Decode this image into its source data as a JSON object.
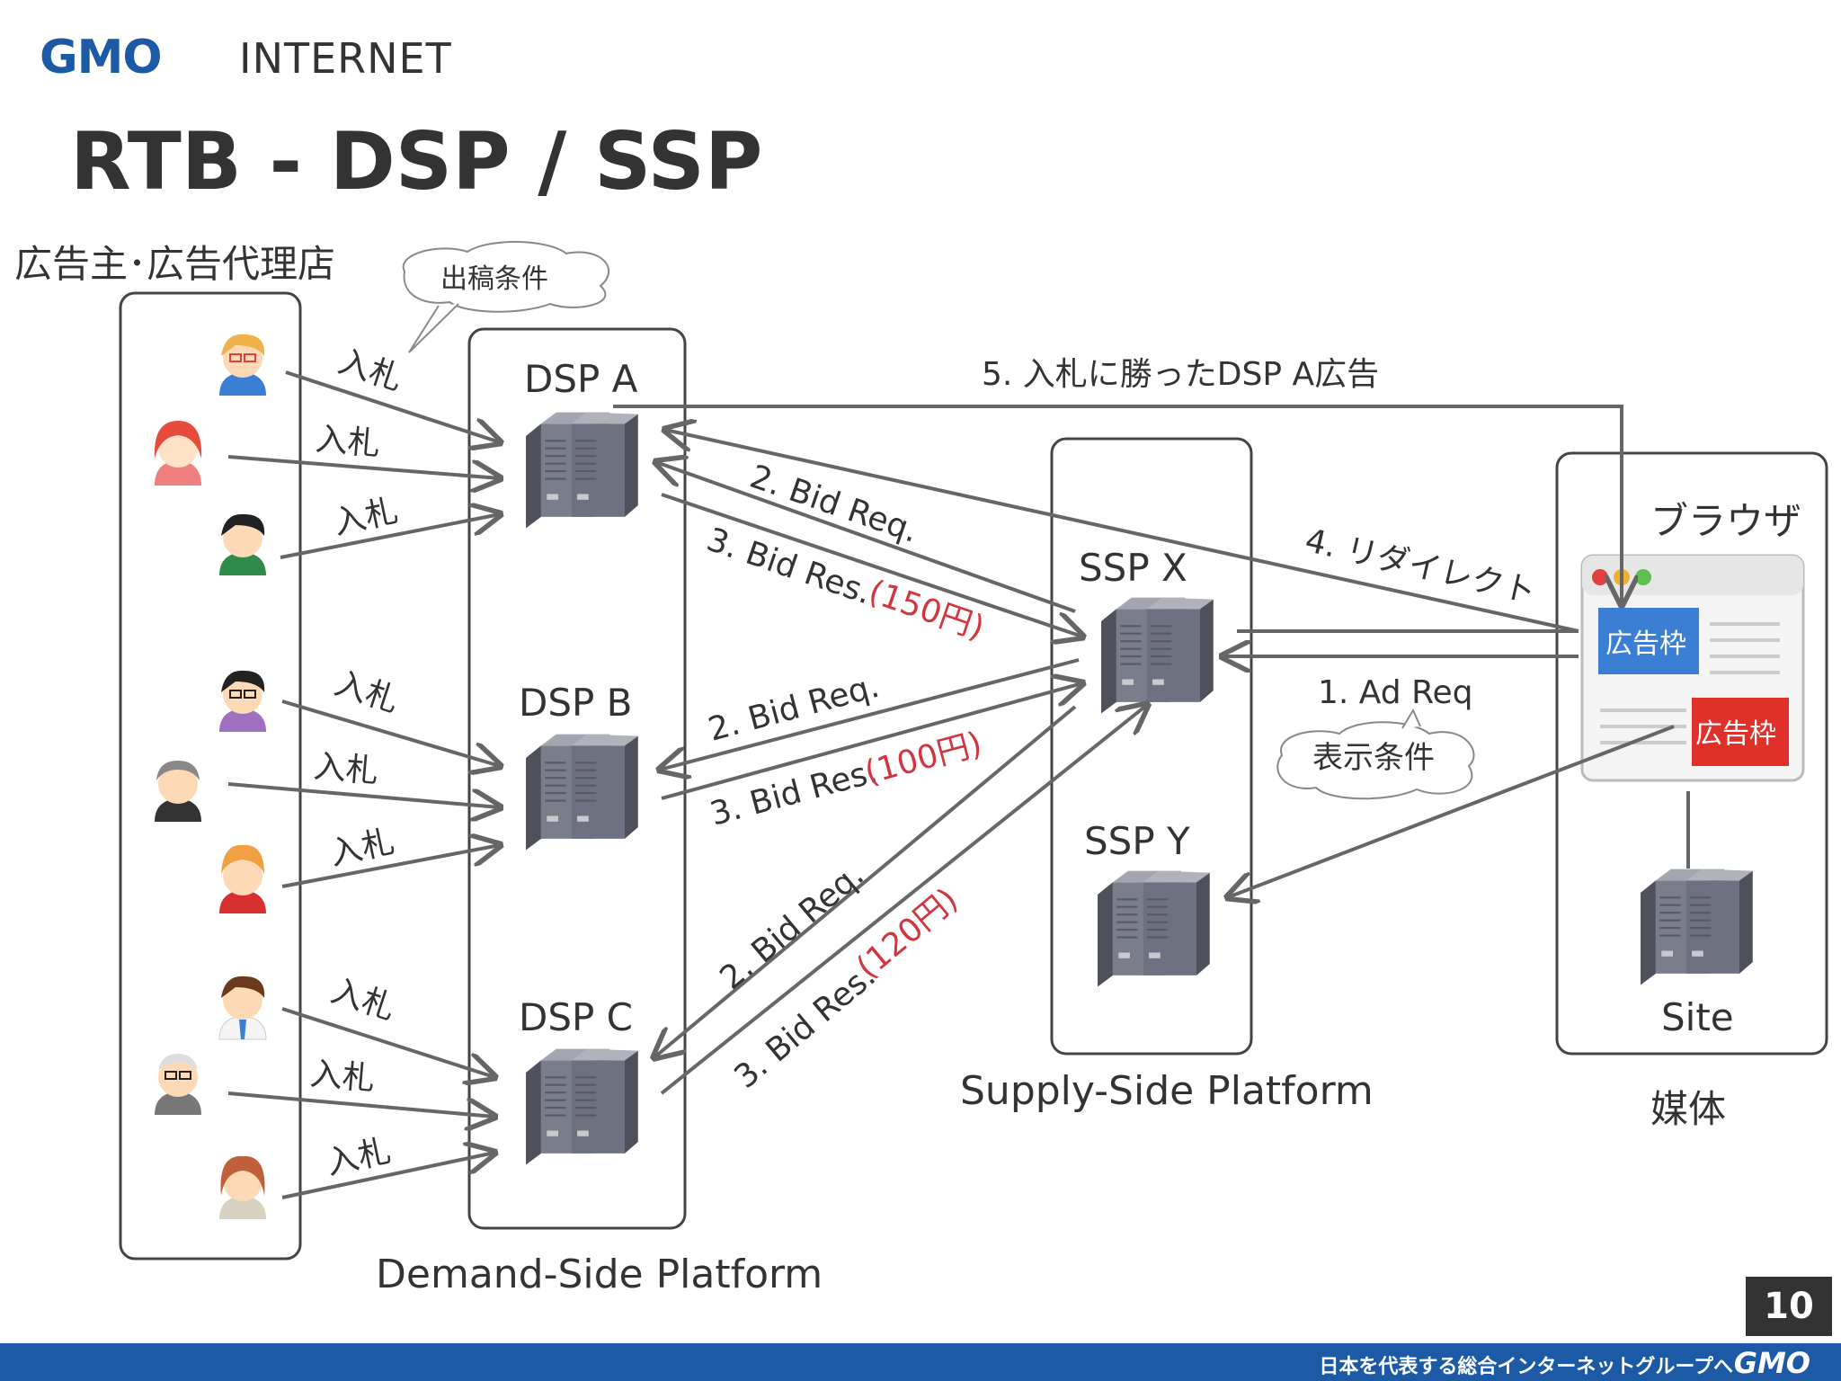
{
  "header": {
    "logo_gmo": "GMO",
    "logo_internet": "INTERNET",
    "title": "RTB - DSP / SSP"
  },
  "diagram": {
    "advertiser_label": "広告主･広告代理店",
    "advertiser_bubble": "出稿条件",
    "bid_label": "入札",
    "dsp_a": "DSP A",
    "dsp_b": "DSP B",
    "dsp_c": "DSP C",
    "dsp_caption": "Demand-Side Platform",
    "ssp_x": "SSP X",
    "ssp_y": "SSP Y",
    "ssp_caption": "Supply-Side Platform",
    "browser_label": "ブラウザ",
    "ad_slot": "広告枠",
    "site_label": "Site",
    "media_label": "媒体",
    "win_flow": "5. 入札に勝ったDSP A広告",
    "redirect_flow": "4. リダイレクト",
    "ad_req": "1. Ad Req",
    "display_bubble": "表示条件",
    "bid_req": "2. Bid Req.",
    "bid_res": "3. Bid Res.",
    "price_a": "(150円)",
    "price_b": "(100円)",
    "price_c": "(120円)"
  },
  "footer": {
    "page_number": "10",
    "tagline": "日本を代表する総合インターネットグループへ",
    "logo": "GMO"
  },
  "colors": {
    "brand_blue": "#1c5aa6",
    "line_gray": "#666666",
    "price_red": "#d0363f",
    "slot_blue": "#3b7fd4",
    "slot_red": "#e0302a",
    "server_gray": "#6e7180"
  }
}
